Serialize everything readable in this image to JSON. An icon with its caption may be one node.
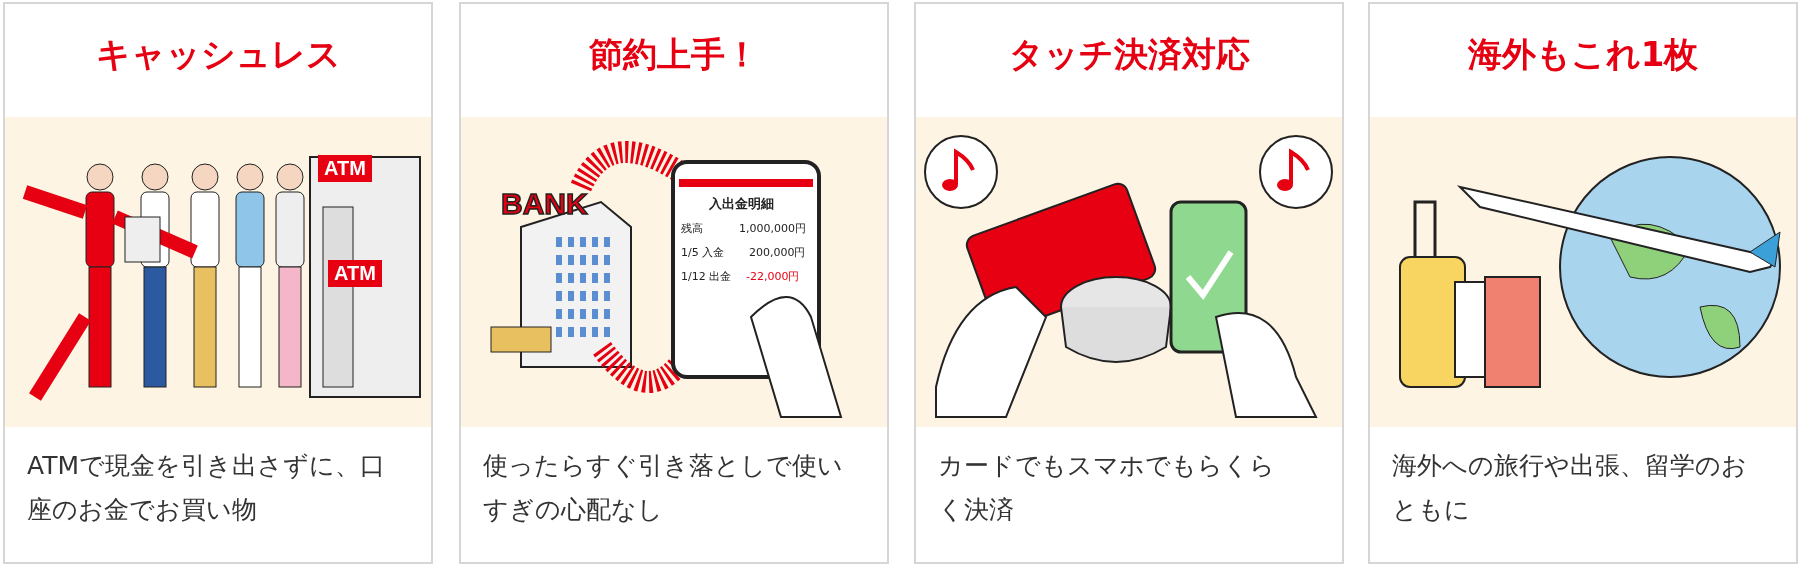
{
  "diagram": {
    "nodes": [
      {
        "text": [
          "キャッシュレス",
          "ATMで現金を引き出さずに、口座のお金でお買い物"
        ]
      },
      {
        "text": [
          "節約上手！",
          "使ったらすぐ引き落としで使いすぎの心配なし"
        ]
      },
      {
        "text": [
          "タッチ決済対応",
          "カードでもスマホでもらくらく決済"
        ]
      },
      {
        "text": [
          "海外もこれ1枚",
          "海外への旅行や出張、留学のおともに"
        ]
      }
    ],
    "labels": [
      "ATM",
      "ATM",
      "BANK",
      "入出金明細",
      "残高",
      "1,000,000円",
      "1/5 入金",
      "200,000円",
      "1/12 出金",
      "-22,000円"
    ]
  }
}
